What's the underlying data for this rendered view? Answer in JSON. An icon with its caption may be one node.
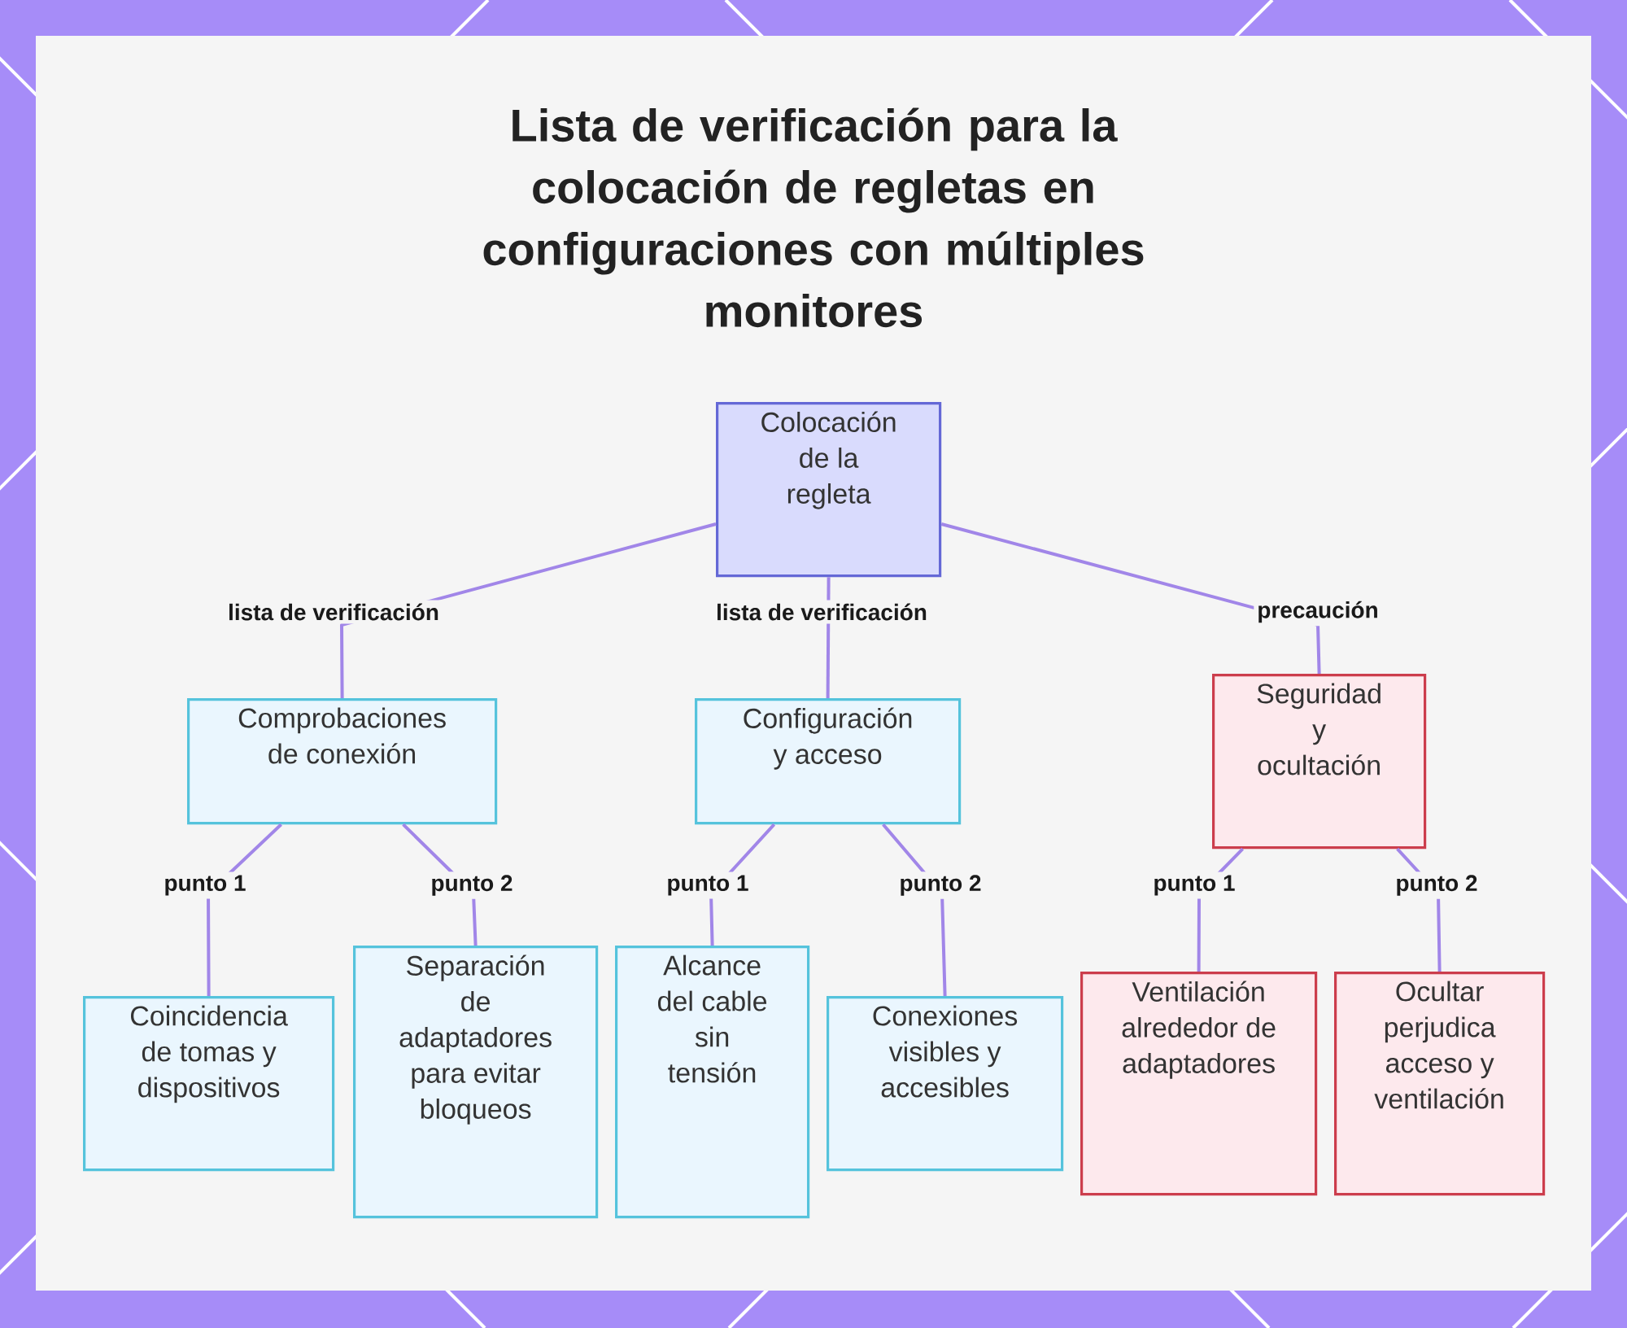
{
  "diagram": {
    "title": "Lista de verificación para la colocación de regletas en configuraciones con múltiples monitores",
    "nodes": [
      {
        "text": [
          "Colocación de la regleta"
        ]
      },
      {
        "text": [
          "Comprobaciones de conexión"
        ]
      },
      {
        "text": [
          "Configuración y acceso"
        ]
      },
      {
        "text": [
          "Seguridad y ocultación"
        ]
      },
      {
        "text": [
          "Coincidencia de tomas y dispositivos"
        ]
      },
      {
        "text": [
          "Separación de adaptadores para evitar bloqueos"
        ]
      },
      {
        "text": [
          "Alcance del cable sin tensión"
        ]
      },
      {
        "text": [
          "Conexiones visibles y accesibles"
        ]
      },
      {
        "text": [
          "Ventilación alrededor de adaptadores"
        ]
      },
      {
        "text": [
          "Ocultar perjudica acceso y ventilación"
        ]
      }
    ],
    "edges": [
      {
        "from": 0,
        "to": 1,
        "arrow": "none",
        "label": "lista de verificación"
      },
      {
        "from": 0,
        "to": 2,
        "arrow": "none",
        "label": "lista de verificación"
      },
      {
        "from": 0,
        "to": 3,
        "arrow": "none",
        "label": "precaución"
      },
      {
        "from": 1,
        "to": 4,
        "arrow": "none",
        "label": "punto 1"
      },
      {
        "from": 1,
        "to": 5,
        "arrow": "none",
        "label": "punto 2"
      },
      {
        "from": 2,
        "to": 6,
        "arrow": "none",
        "label": "punto 1"
      },
      {
        "from": 2,
        "to": 7,
        "arrow": "none",
        "label": "punto 2"
      },
      {
        "from": 3,
        "to": 8,
        "arrow": "none",
        "label": "punto 1"
      },
      {
        "from": 3,
        "to": 9,
        "arrow": "none",
        "label": "punto 2"
      }
    ]
  }
}
